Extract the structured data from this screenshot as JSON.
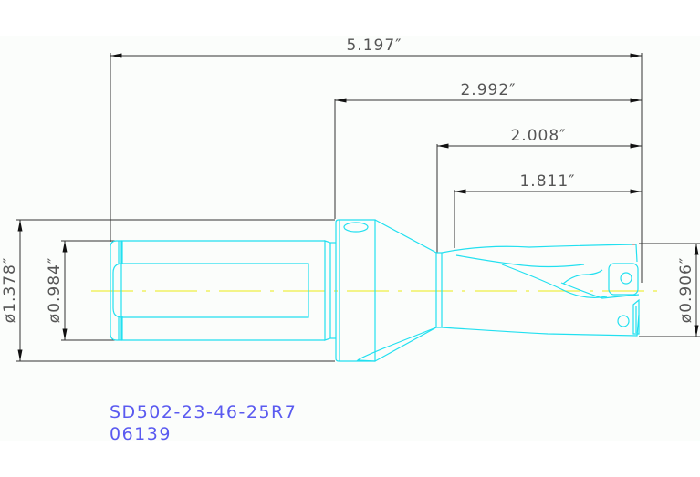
{
  "drawing": {
    "title": "SD502-23-46-25R7",
    "part_number": "06139",
    "colors": {
      "tool_outline": "#22e0f0",
      "dimension": "#333333",
      "dimension_text": "#555555",
      "centerline": "#eeee44",
      "label": "#5a5af0",
      "background": "#fbfdfb"
    },
    "dimensions": {
      "overall_length": "5.197″",
      "body_length": "2.992″",
      "flute_length": "2.008″",
      "drill_depth": "1.811″",
      "flange_diameter": "ø1.378″",
      "shank_diameter": "ø0.984″",
      "drill_diameter": "ø0.906″"
    }
  }
}
